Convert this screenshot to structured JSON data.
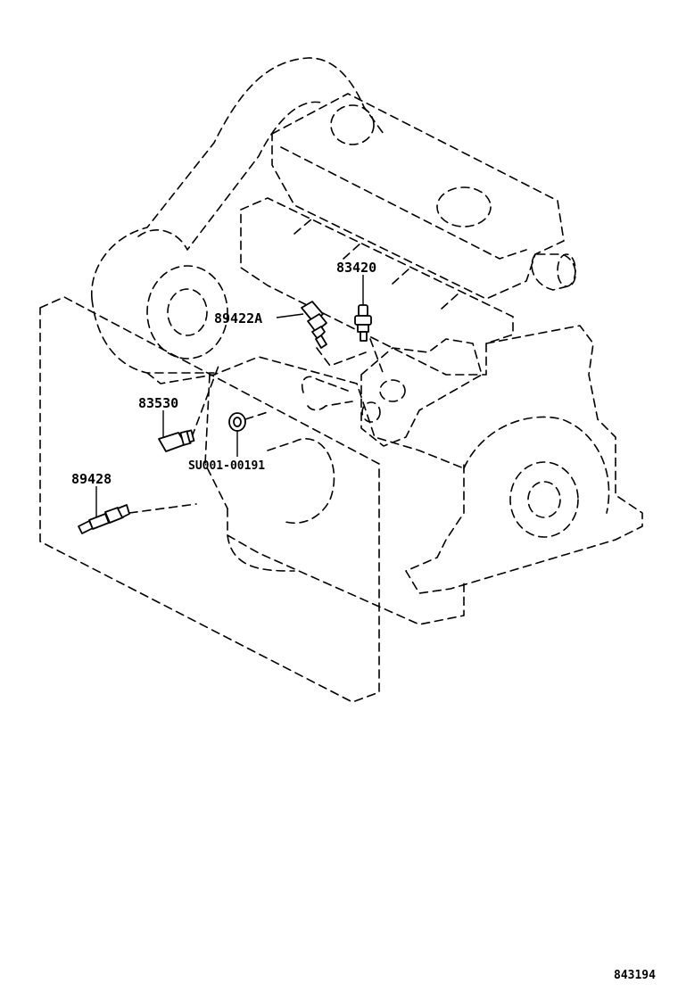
{
  "labels": {
    "p83420": "83420",
    "p89422a": "89422A",
    "p83530": "83530",
    "p89428": "89428",
    "su": "SU001-00191"
  },
  "diagram_code": "843194"
}
